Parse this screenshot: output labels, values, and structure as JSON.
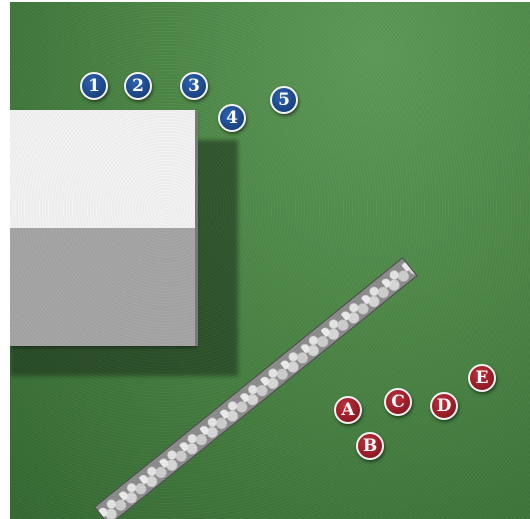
{
  "markers": {
    "blue": [
      {
        "label": "1"
      },
      {
        "label": "2"
      },
      {
        "label": "3"
      },
      {
        "label": "4"
      },
      {
        "label": "5"
      }
    ],
    "red": [
      {
        "label": "A"
      },
      {
        "label": "B"
      },
      {
        "label": "C"
      },
      {
        "label": "D"
      },
      {
        "label": "E"
      }
    ]
  },
  "colors": {
    "grass": "#4c8646",
    "blue_marker": "#1c4a94",
    "red_marker": "#a01e2a",
    "roof_light": "#f4f4f4",
    "roof_dark": "#a6a6a6"
  }
}
